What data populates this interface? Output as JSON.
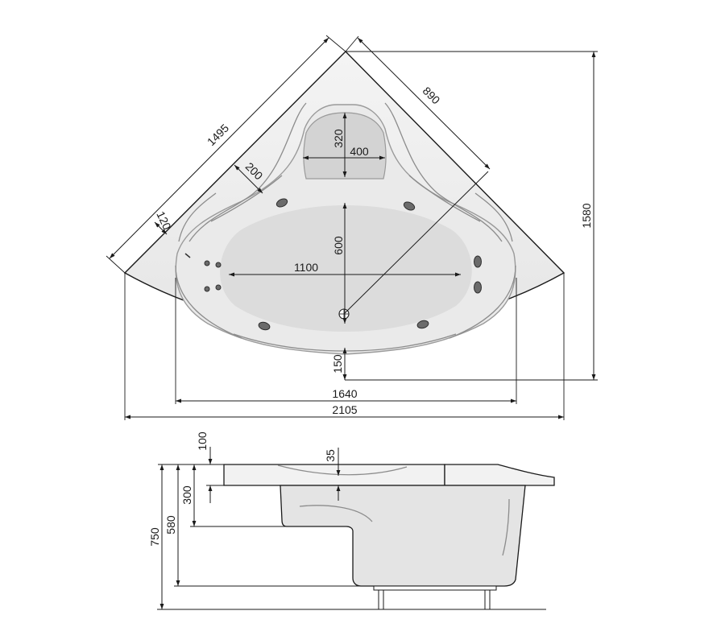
{
  "top_view": {
    "dimensions": {
      "rim_side_diag": "1495",
      "back_side_diag": "890",
      "headrest_depth": "320",
      "headrest_width": "400",
      "rim_width": "200",
      "offset": "120",
      "well_depth": "600",
      "well_length": "1100",
      "front_rim": "150",
      "inner_width": "1640",
      "overall_width": "2105",
      "overall_depth": "1580"
    }
  },
  "side_view": {
    "dimensions": {
      "rim_thickness": "100",
      "lip": "35",
      "seat_depth": "300",
      "inner_depth": "580",
      "total_height": "750"
    }
  }
}
